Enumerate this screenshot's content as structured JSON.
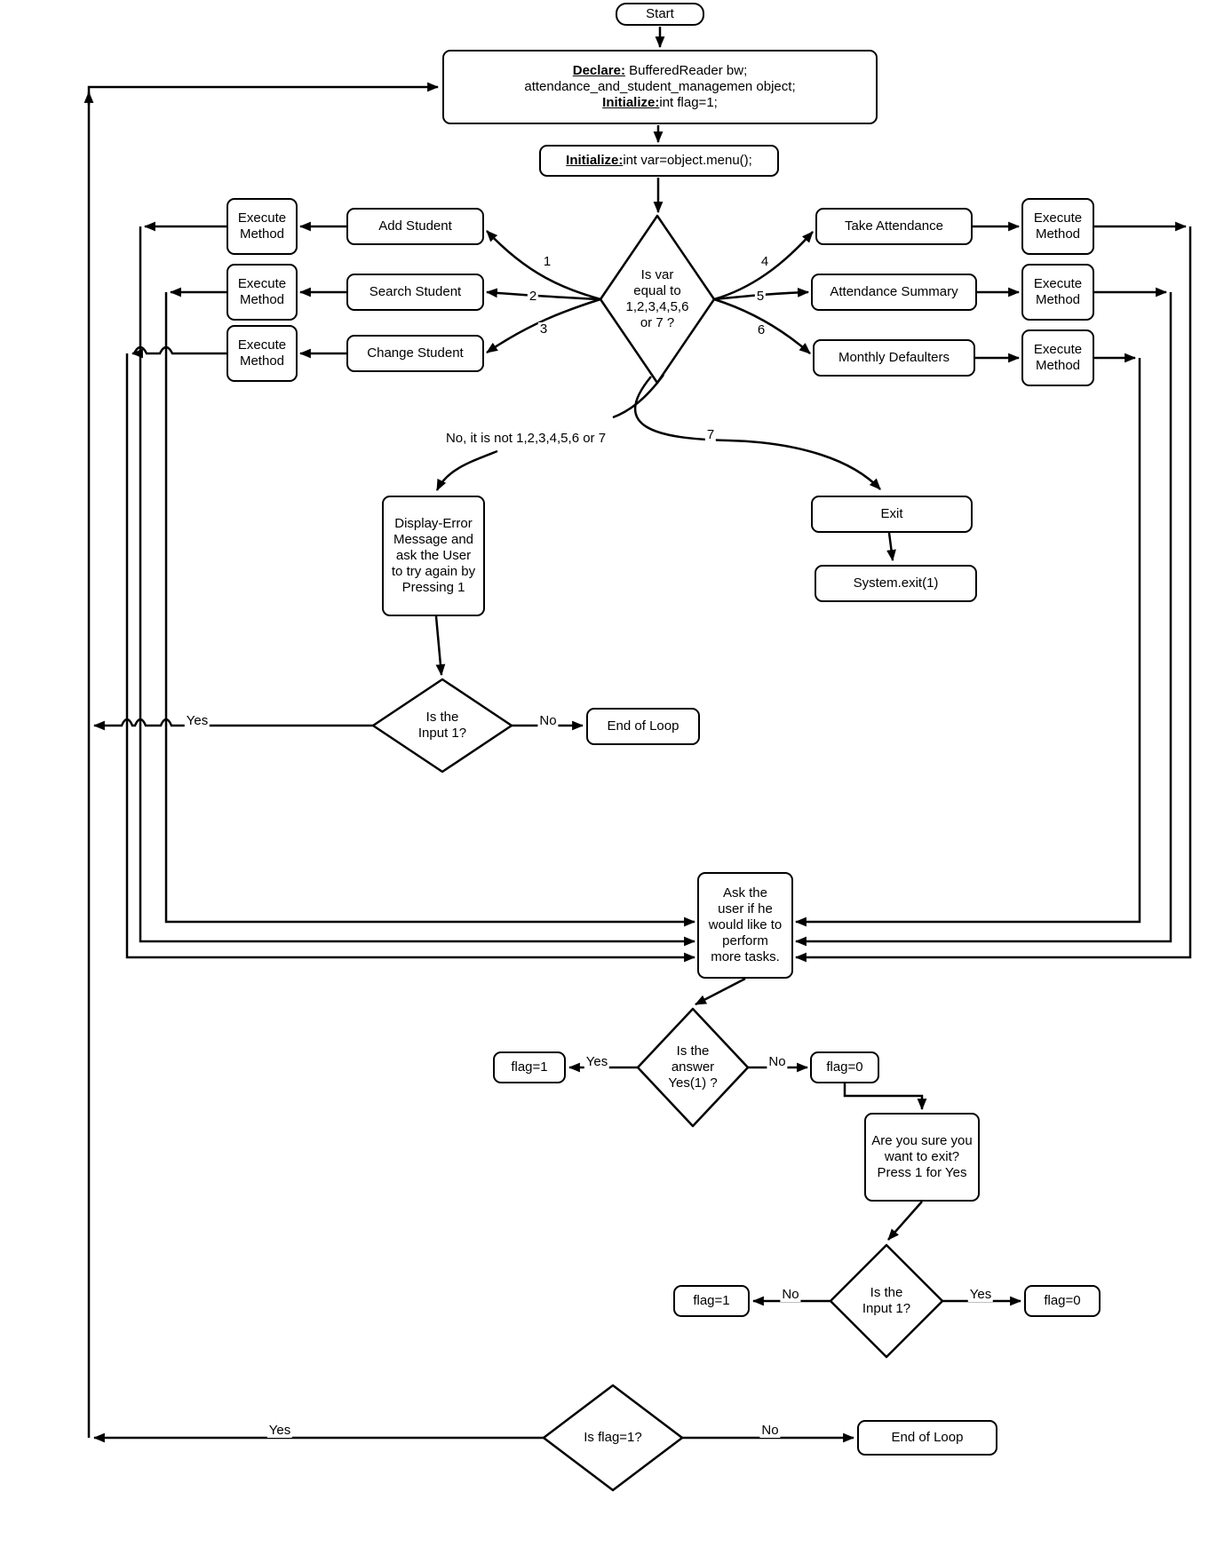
{
  "flowchart": {
    "nodes": {
      "start": "Start",
      "declare": {
        "p1": "Declare:",
        "t1": " BufferedReader bw;",
        "t2": "attendance_and_student_managemen object;",
        "p3": "Initialize:",
        "t3": "int flag=1;"
      },
      "initialize": {
        "p": "Initialize:",
        "t": "int var=object.menu();"
      },
      "var_decision": "Is var\nequal to\n1,2,3,4,5,6\nor 7 ?",
      "execute_method": "Execute Method",
      "add_student": "Add Student",
      "search_student": "Search Student",
      "change_student": "Change Student",
      "take_attendance": "Take Attendance",
      "attendance_summary": "Attendance Summary",
      "monthly_defaulters": "Monthly Defaulters",
      "display_error": "Display-Error\nMessage and\nask the User\nto try again by\nPressing 1",
      "exit": "Exit",
      "system_exit": "System.exit(1)",
      "input_decision": "Is the\nInput 1?",
      "end_of_loop": "End of Loop",
      "ask_more": "Ask the\nuser if he\nwould like to\nperform\nmore tasks.",
      "answer_decision": "Is the\nanswer\nYes(1) ?",
      "flag_1": "flag=1",
      "flag_0": "flag=0",
      "confirm_exit": "Are you sure you\nwant to exit?\nPress 1 for Yes",
      "flag_decision": "Is flag=1?"
    },
    "edge_labels": {
      "yes": "Yes",
      "no": "No",
      "n1": "1",
      "n2": "2",
      "n3": "3",
      "n4": "4",
      "n5": "5",
      "n6": "6",
      "n7": "7",
      "invalid": "No, it is not 1,2,3,4,5,6 or 7"
    },
    "colors": {
      "stroke": "#000000",
      "fill": "#ffffff"
    }
  }
}
